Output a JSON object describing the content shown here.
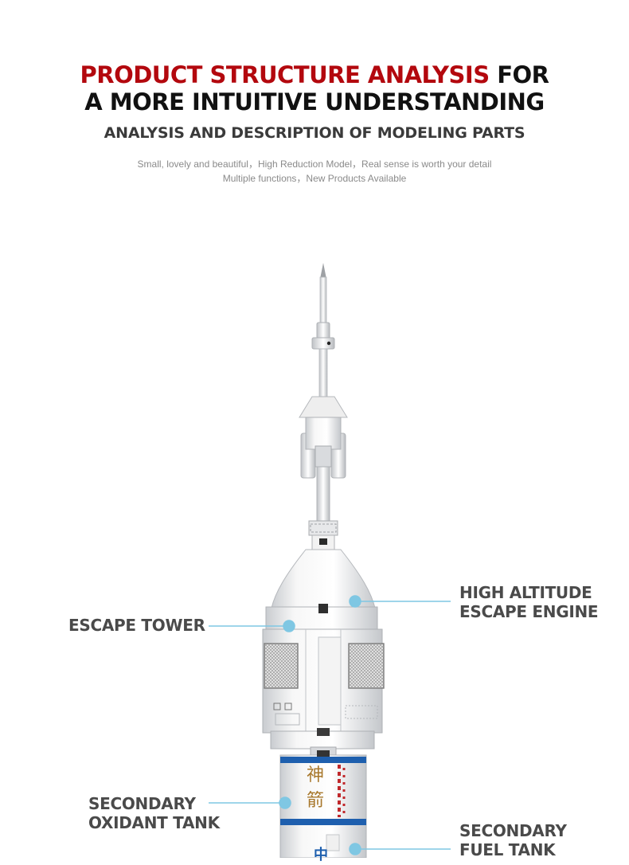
{
  "header": {
    "title_line1_red": "PRODUCT STRUCTURE ANALYSIS",
    "title_line1_black": "FOR",
    "title_line2": "A MORE INTUITIVE UNDERSTANDING",
    "subtitle": "ANALYSIS AND DESCRIPTION OF MODELING PARTS",
    "tagline_1": "Small, lovely and beautiful，High Reduction Model，Real sense is worth your detail",
    "tagline_2": "Multiple functions，New Products Available"
  },
  "callouts": {
    "high_altitude_line1": "HIGH ALTITUDE",
    "high_altitude_line2": "ESCAPE ENGINE",
    "escape_tower": "ESCAPE TOWER",
    "oxidant_line1": "SECONDARY",
    "oxidant_line2": "OXIDANT TANK",
    "fuel_line1": "SECONDARY",
    "fuel_line2": "FUEL TANK"
  },
  "rocket_text": {
    "char1": "神",
    "char2": "箭",
    "char3": "中"
  },
  "colors": {
    "title_red": "#b3080e",
    "title_black": "#111111",
    "label_gray": "#4a4a4a",
    "callout_blue": "#7fc7e3",
    "band_blue": "#1e5fae",
    "stripe_red": "#c0282b",
    "char_gold": "#a8782c"
  }
}
